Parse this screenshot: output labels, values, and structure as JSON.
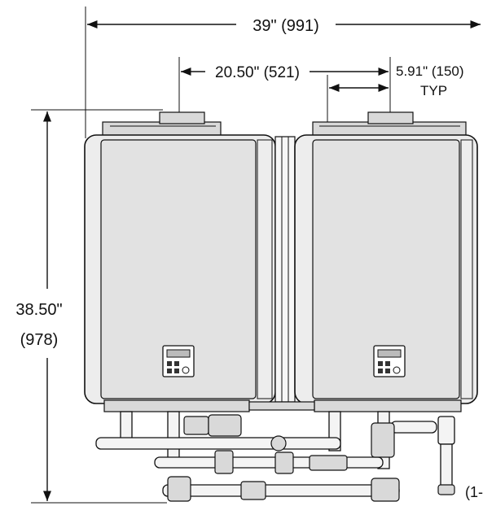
{
  "dimensions": {
    "overall_width": "39\" (991)",
    "unit_spacing": "20.50\" (521)",
    "offset_value": "5.91\" (150)",
    "offset_note": "TYP",
    "height_imperial": "38.50\"",
    "height_metric": "(978)",
    "cut_label": "(1-"
  },
  "colors": {
    "line": "#111111",
    "unit_fill": "#ededed"
  }
}
